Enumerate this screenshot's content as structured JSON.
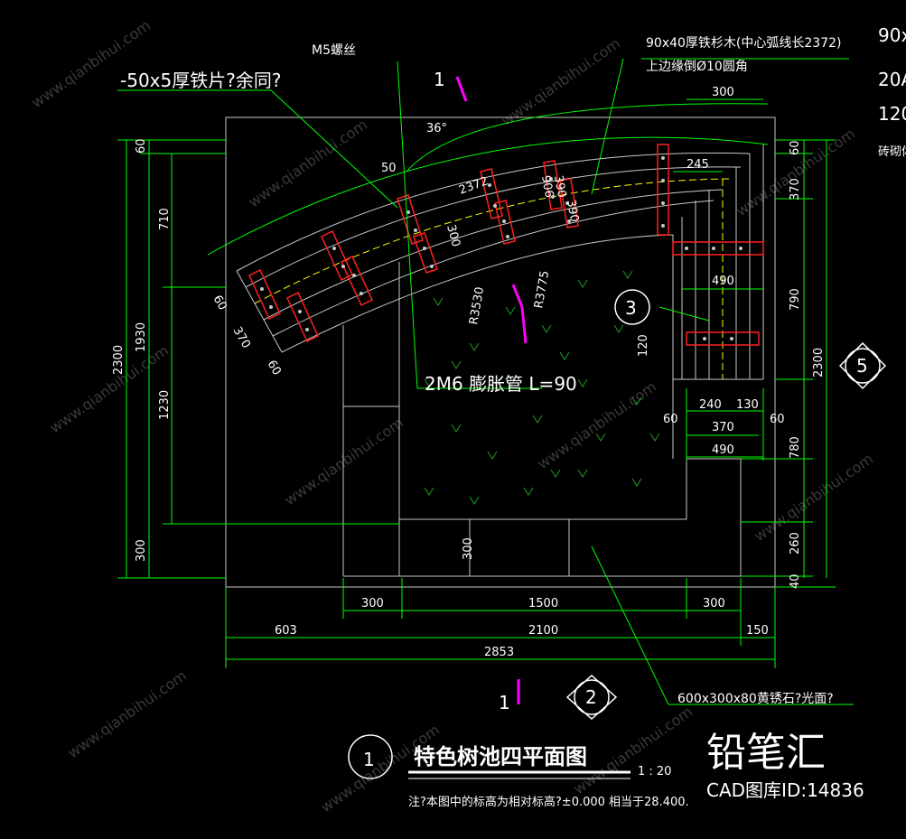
{
  "callouts": {
    "bolt": "M5螺丝",
    "iron_strip": "-50x5厚铁片?余同?",
    "wood": "90x40厚铁杉木(中心弧线长2372)",
    "edge": "上边缘倒Ø10圆角",
    "anchor": "2M6 膨胀管 L=90",
    "stone": "600x300x80黄锈石?光面?",
    "cut_right_1": "90x",
    "cut_right_2": "20A",
    "cut_right_3": "120",
    "cut_right_4": "砖砌体"
  },
  "section_marks": {
    "cut_label_top": "1",
    "cut_label_bottom": "1",
    "detail_3": "3",
    "detail_2": "2",
    "detail_5": "5",
    "title_num": "1"
  },
  "dims": {
    "angle": "36°",
    "r_arc": "R3530",
    "r_arc2": "R3775",
    "d2372": "2372",
    "d300a": "300",
    "d300_top": "300",
    "d245": "245",
    "d490a": "490",
    "d240": "240",
    "d130": "130",
    "d60c": "60",
    "d60d": "60",
    "d370c": "370",
    "d490b": "490",
    "d50": "50",
    "d60_arc": "60",
    "d370_arc": "370",
    "d60_arc2": "60",
    "d120": "120",
    "d906": "906",
    "d390": "390",
    "d390b": "390",
    "left_60": "60",
    "left_710": "710",
    "left_1930": "1930",
    "left_2300": "2300",
    "left_1230": "1230",
    "left_300": "300",
    "right_60": "60",
    "right_370": "370",
    "right_790": "790",
    "right_2300": "2300",
    "right_780": "780",
    "right_260": "260",
    "right_40": "40",
    "mid_300v": "300",
    "b_300a": "300",
    "b_1500": "1500",
    "b_300b": "300",
    "b_603": "603",
    "b_2100": "2100",
    "b_150": "150",
    "b_2853": "2853"
  },
  "title": {
    "main": "特色树池四平面图",
    "scale": "1 : 20",
    "note": "注?本图中的标高为相对标高?±0.000 相当于28.400."
  },
  "brand": {
    "name": "铅笔汇",
    "id": "CAD图库ID:14836"
  },
  "watermark": "www.qianbihui.com",
  "colors": {
    "green": "#00ff00",
    "white": "#ffffff",
    "yellow": "#ffff00",
    "red": "#ff2020",
    "magenta": "#ff00ff",
    "grey": "#c8c8c8",
    "darkgreen": "#1f7a1f"
  }
}
